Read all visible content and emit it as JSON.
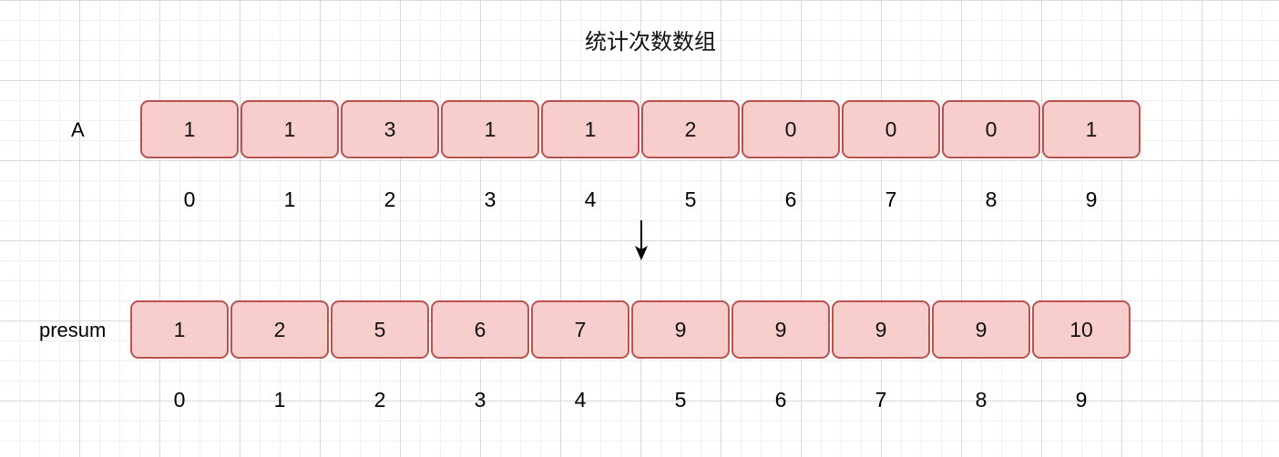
{
  "title": "统计次数数组",
  "arrays": [
    {
      "label": "A",
      "values": [
        "1",
        "1",
        "3",
        "1",
        "1",
        "2",
        "0",
        "0",
        "0",
        "1"
      ],
      "indices": [
        "0",
        "1",
        "2",
        "3",
        "4",
        "5",
        "6",
        "7",
        "8",
        "9"
      ]
    },
    {
      "label": "presum",
      "values": [
        "1",
        "2",
        "5",
        "6",
        "7",
        "9",
        "9",
        "9",
        "9",
        "10"
      ],
      "indices": [
        "0",
        "1",
        "2",
        "3",
        "4",
        "5",
        "6",
        "7",
        "8",
        "9"
      ]
    }
  ],
  "colors": {
    "cell_fill": "#f8cecc",
    "cell_border": "#b85450"
  },
  "icons": [
    "arrow-down-icon"
  ]
}
